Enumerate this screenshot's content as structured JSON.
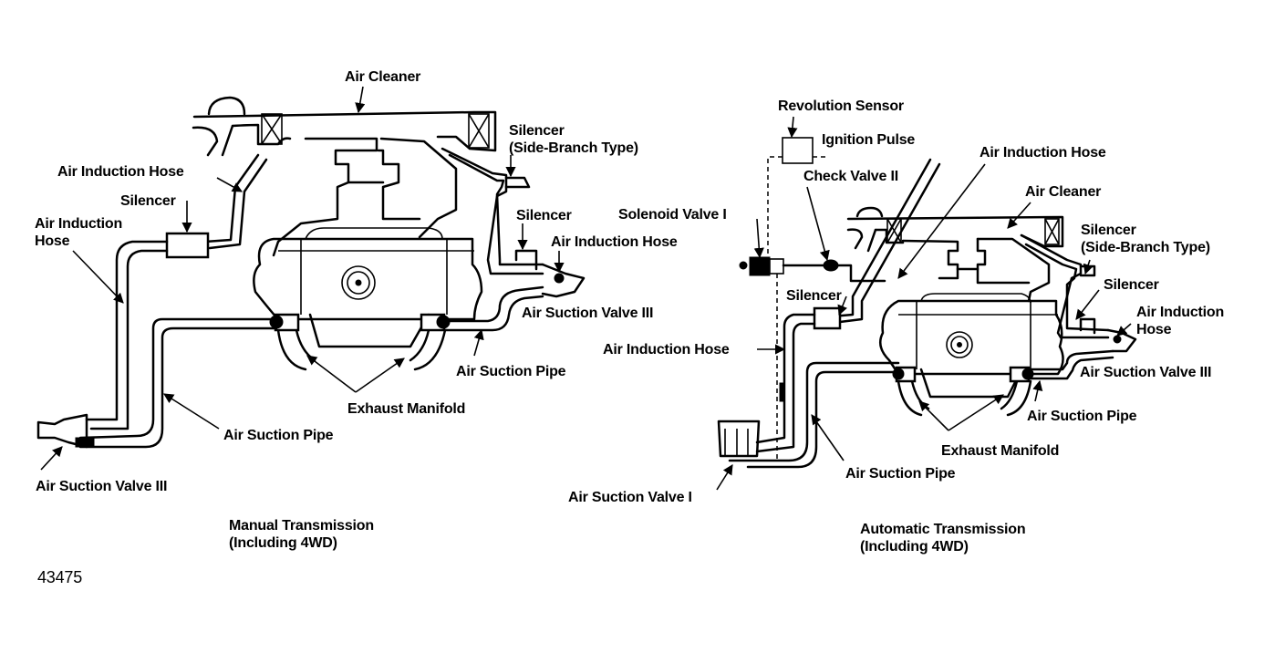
{
  "figure_number": "43475",
  "diagrams": [
    {
      "id": "manual",
      "caption": "Manual Transmission\n(Including 4WD)",
      "labels": {
        "air_cleaner": "Air Cleaner",
        "silencer_side_branch": "Silencer\n(Side-Branch Type)",
        "air_induction_hose_top": "Air Induction Hose",
        "silencer_left": "Silencer",
        "air_induction_hose_left": "Air Induction\nHose",
        "silencer_right": "Silencer",
        "air_induction_hose_right": "Air Induction Hose",
        "air_suction_valve_iii_right": "Air Suction Valve III",
        "air_suction_pipe_right": "Air Suction Pipe",
        "exhaust_manifold": "Exhaust Manifold",
        "air_suction_pipe_left": "Air Suction Pipe",
        "air_suction_valve_iii_left": "Air Suction Valve III"
      }
    },
    {
      "id": "automatic",
      "caption": "Automatic Transmission\n(Including 4WD)",
      "labels": {
        "revolution_sensor": "Revolution Sensor",
        "ignition_pulse": "Ignition Pulse",
        "check_valve_ii": "Check Valve II",
        "solenoid_valve_i": "Solenoid Valve I",
        "air_induction_hose_top": "Air Induction Hose",
        "air_cleaner": "Air Cleaner",
        "silencer_side_branch": "Silencer\n(Side-Branch Type)",
        "silencer_right": "Silencer",
        "air_induction_hose_right": "Air Induction\nHose",
        "silencer_left": "Silencer",
        "air_induction_hose_left": "Air Induction Hose",
        "air_suction_valve_iii": "Air Suction Valve III",
        "air_suction_pipe_right": "Air Suction Pipe",
        "exhaust_manifold": "Exhaust Manifold",
        "air_suction_pipe_left": "Air Suction Pipe",
        "air_suction_valve_i": "Air Suction Valve I"
      }
    }
  ]
}
